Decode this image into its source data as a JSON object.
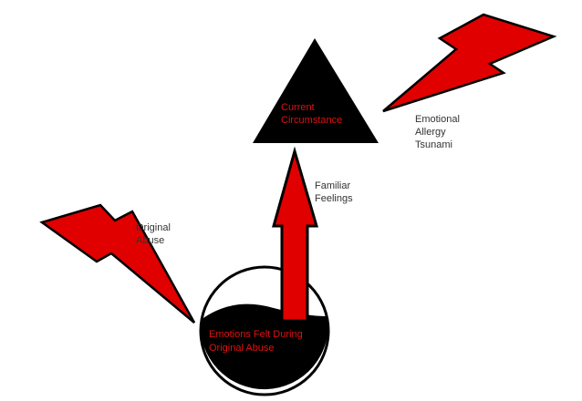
{
  "labels": {
    "triangle": [
      "Current",
      "Circumstance"
    ],
    "circle": [
      "Emotions Felt During",
      "Original Abuse"
    ],
    "arrow": [
      "Familiar",
      "Feelings"
    ],
    "bolt_left": [
      "Original",
      "Abuse"
    ],
    "bolt_right": [
      "Emotional",
      "Allergy",
      "Tsunami"
    ]
  },
  "colors": {
    "red": "#e00000",
    "black": "#000000",
    "label_text": "#333333",
    "inner_red_text": "#e01010"
  }
}
